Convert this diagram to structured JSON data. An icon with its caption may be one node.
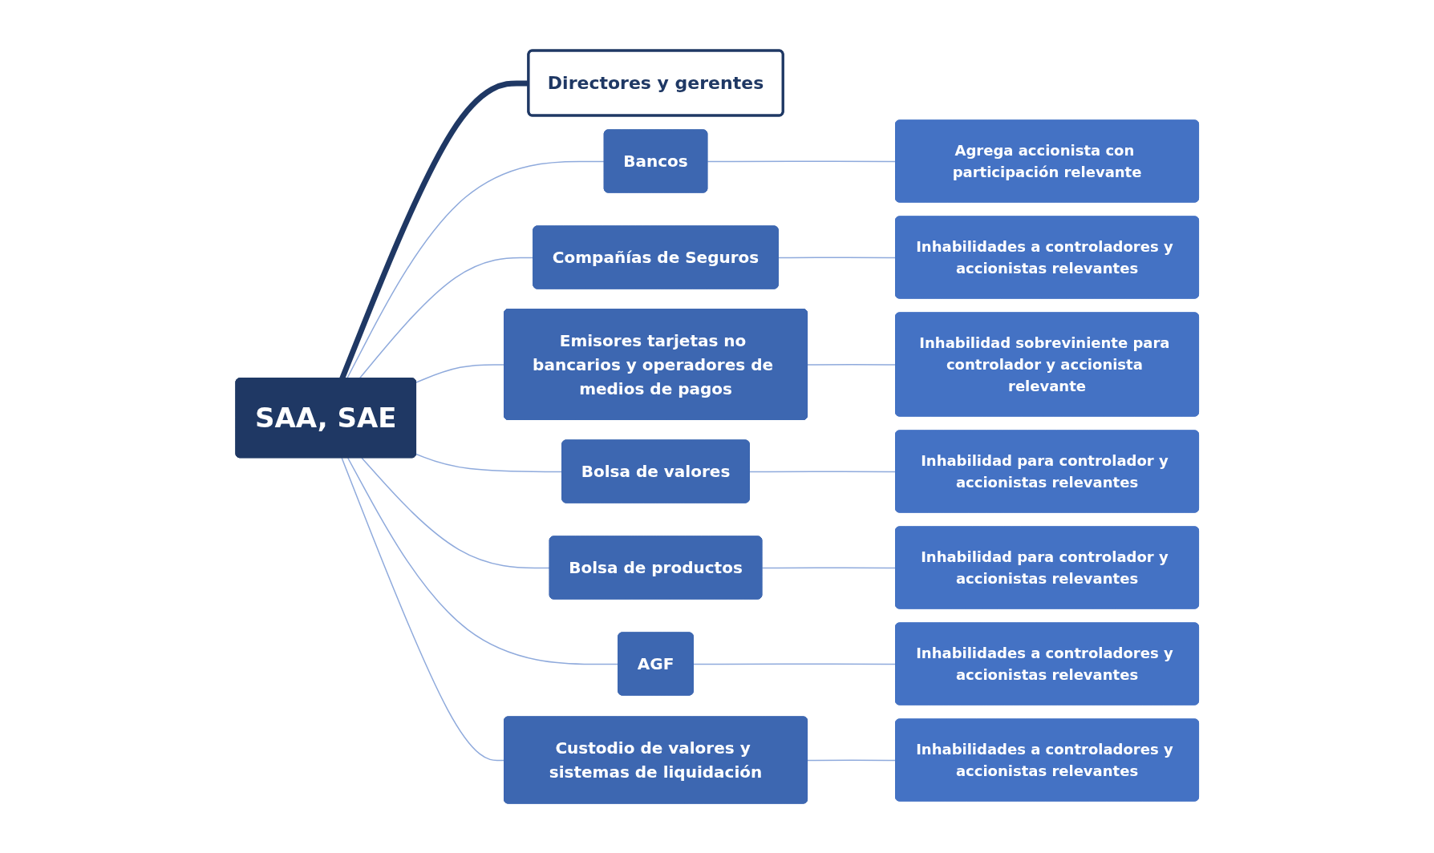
{
  "diagram": {
    "nodes": [
      {
        "text": [
          "SAA, SAE"
        ]
      },
      {
        "text": [
          "Directores y gerentes"
        ]
      },
      {
        "text": [
          "Bancos"
        ]
      },
      {
        "text": [
          "Compañías de Seguros"
        ]
      },
      {
        "text": [
          "Emisores tarjetas no bancarios y operadores de medios de pagos"
        ]
      },
      {
        "text": [
          "Bolsa de valores"
        ]
      },
      {
        "text": [
          "Bolsa de productos"
        ]
      },
      {
        "text": [
          "AGF"
        ]
      },
      {
        "text": [
          "Custodio de valores y sistemas de liquidación"
        ]
      },
      {
        "text": [
          "Agrega accionista con participación relevante"
        ]
      },
      {
        "text": [
          "Inhabilidades a controladores y accionistas relevantes"
        ]
      },
      {
        "text": [
          "Inhabilidad sobreviniente para controlador y accionista relevante"
        ]
      },
      {
        "text": [
          "Inhabilidad para controlador y accionistas relevantes"
        ]
      },
      {
        "text": [
          "Inhabilidad para controlador y accionistas relevantes"
        ]
      },
      {
        "text": [
          "Inhabilidades a controladores y accionistas relevantes"
        ]
      },
      {
        "text": [
          "Inhabilidades a controladores y accionistas relevantes"
        ]
      }
    ],
    "edges": [
      {
        "from": 0,
        "to": 1,
        "arrow": "none",
        "style": "thick",
        "color": "#1f3864"
      },
      {
        "from": 0,
        "to": 2,
        "arrow": "none"
      },
      {
        "from": 0,
        "to": 3,
        "arrow": "none"
      },
      {
        "from": 0,
        "to": 4,
        "arrow": "none"
      },
      {
        "from": 0,
        "to": 5,
        "arrow": "none"
      },
      {
        "from": 0,
        "to": 6,
        "arrow": "none"
      },
      {
        "from": 0,
        "to": 7,
        "arrow": "none"
      },
      {
        "from": 0,
        "to": 8,
        "arrow": "none"
      },
      {
        "from": 2,
        "to": 9,
        "arrow": "none"
      },
      {
        "from": 3,
        "to": 10,
        "arrow": "none"
      },
      {
        "from": 4,
        "to": 11,
        "arrow": "none"
      },
      {
        "from": 5,
        "to": 12,
        "arrow": "none"
      },
      {
        "from": 6,
        "to": 13,
        "arrow": "none"
      },
      {
        "from": 7,
        "to": 14,
        "arrow": "none"
      },
      {
        "from": 8,
        "to": 15,
        "arrow": "none"
      }
    ]
  }
}
